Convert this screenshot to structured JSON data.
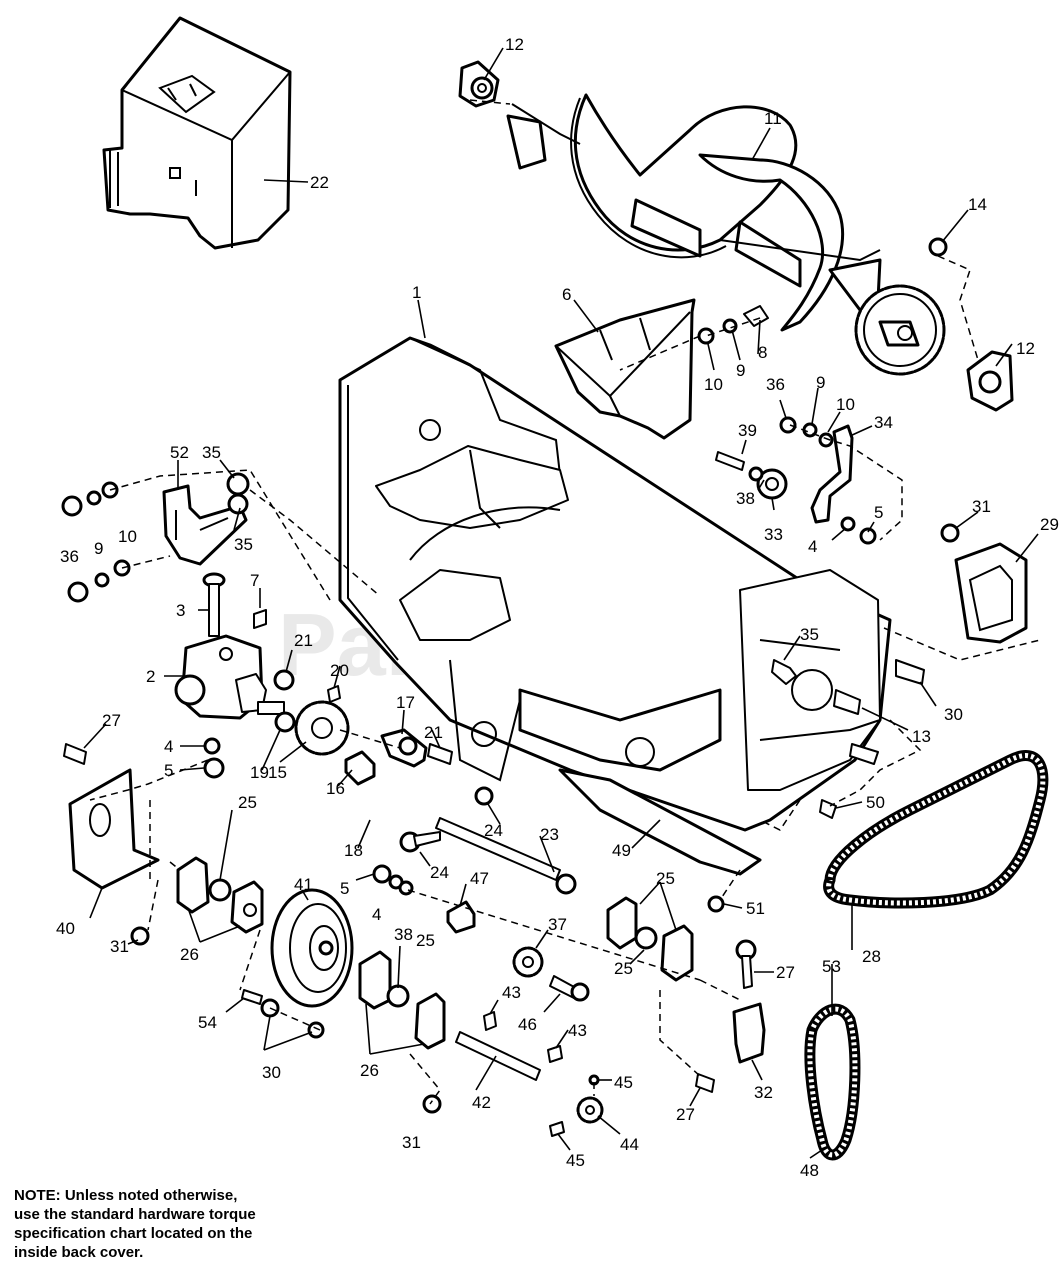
{
  "watermark": "PartsTree",
  "watermark_tm": "™",
  "note_lines": [
    "NOTE: Unless noted otherwise,",
    "use the standard hardware torque",
    "specification chart located on the",
    "inside back cover."
  ],
  "callouts": [
    {
      "id": "c-12a",
      "text": "12"
    },
    {
      "id": "c-11",
      "text": "11"
    },
    {
      "id": "c-14",
      "text": "14"
    },
    {
      "id": "c-22",
      "text": "22"
    },
    {
      "id": "c-1",
      "text": "1"
    },
    {
      "id": "c-6",
      "text": "6"
    },
    {
      "id": "c-8",
      "text": "8"
    },
    {
      "id": "c-9a",
      "text": "9"
    },
    {
      "id": "c-10a",
      "text": "10"
    },
    {
      "id": "c-12b",
      "text": "12"
    },
    {
      "id": "c-36a",
      "text": "36"
    },
    {
      "id": "c-9b",
      "text": "9"
    },
    {
      "id": "c-10b",
      "text": "10"
    },
    {
      "id": "c-34",
      "text": "34"
    },
    {
      "id": "c-39",
      "text": "39"
    },
    {
      "id": "c-38a",
      "text": "38"
    },
    {
      "id": "c-33",
      "text": "33"
    },
    {
      "id": "c-4a",
      "text": "4"
    },
    {
      "id": "c-5a",
      "text": "5"
    },
    {
      "id": "c-31a",
      "text": "31"
    },
    {
      "id": "c-29",
      "text": "29"
    },
    {
      "id": "c-52",
      "text": "52"
    },
    {
      "id": "c-35a",
      "text": "35"
    },
    {
      "id": "c-35b",
      "text": "35"
    },
    {
      "id": "c-36b",
      "text": "36"
    },
    {
      "id": "c-9c",
      "text": "9"
    },
    {
      "id": "c-10c",
      "text": "10"
    },
    {
      "id": "c-7",
      "text": "7"
    },
    {
      "id": "c-3",
      "text": "3"
    },
    {
      "id": "c-21a",
      "text": "21"
    },
    {
      "id": "c-2",
      "text": "2"
    },
    {
      "id": "c-20",
      "text": "20"
    },
    {
      "id": "c-35c",
      "text": "35"
    },
    {
      "id": "c-30a",
      "text": "30"
    },
    {
      "id": "c-13",
      "text": "13"
    },
    {
      "id": "c-27a",
      "text": "27"
    },
    {
      "id": "c-4b",
      "text": "4"
    },
    {
      "id": "c-5b",
      "text": "5"
    },
    {
      "id": "c-19",
      "text": "19"
    },
    {
      "id": "c-15",
      "text": "15"
    },
    {
      "id": "c-16",
      "text": "16"
    },
    {
      "id": "c-17",
      "text": "17"
    },
    {
      "id": "c-21b",
      "text": "21"
    },
    {
      "id": "c-18",
      "text": "18"
    },
    {
      "id": "c-24a",
      "text": "24"
    },
    {
      "id": "c-24b",
      "text": "24"
    },
    {
      "id": "c-23",
      "text": "23"
    },
    {
      "id": "c-49",
      "text": "49"
    },
    {
      "id": "c-50",
      "text": "50"
    },
    {
      "id": "c-40",
      "text": "40"
    },
    {
      "id": "c-25a",
      "text": "25"
    },
    {
      "id": "c-41",
      "text": "41"
    },
    {
      "id": "c-26a",
      "text": "26"
    },
    {
      "id": "c-31b",
      "text": "31"
    },
    {
      "id": "c-5c",
      "text": "5"
    },
    {
      "id": "c-4c",
      "text": "4"
    },
    {
      "id": "c-38b",
      "text": "38"
    },
    {
      "id": "c-47",
      "text": "47"
    },
    {
      "id": "c-51",
      "text": "51"
    },
    {
      "id": "c-25b",
      "text": "25"
    },
    {
      "id": "c-37",
      "text": "37"
    },
    {
      "id": "c-25c",
      "text": "25"
    },
    {
      "id": "c-25d",
      "text": "25"
    },
    {
      "id": "c-27b",
      "text": "27"
    },
    {
      "id": "c-53",
      "text": "53"
    },
    {
      "id": "c-28",
      "text": "28"
    },
    {
      "id": "c-54",
      "text": "54"
    },
    {
      "id": "c-30b",
      "text": "30"
    },
    {
      "id": "c-26b",
      "text": "26"
    },
    {
      "id": "c-43a",
      "text": "43"
    },
    {
      "id": "c-46",
      "text": "46"
    },
    {
      "id": "c-43b",
      "text": "43"
    },
    {
      "id": "c-42",
      "text": "42"
    },
    {
      "id": "c-45a",
      "text": "45"
    },
    {
      "id": "c-44",
      "text": "44"
    },
    {
      "id": "c-45b",
      "text": "45"
    },
    {
      "id": "c-31c",
      "text": "31"
    },
    {
      "id": "c-32",
      "text": "32"
    },
    {
      "id": "c-27c",
      "text": "27"
    },
    {
      "id": "c-48",
      "text": "48"
    }
  ]
}
